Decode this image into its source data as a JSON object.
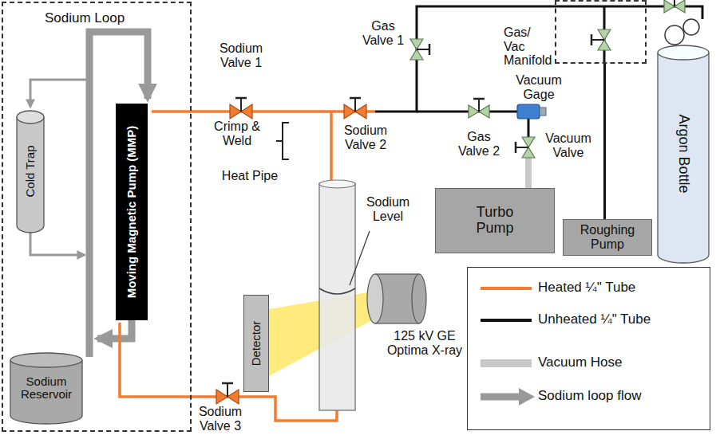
{
  "diagram": {
    "nodes": [
      {
        "text": [
          "Sodium Loop"
        ]
      },
      {
        "text": [
          "Cold Trap"
        ],
        "in": 0
      },
      {
        "text": [
          "Moving Magnetic Pump (MMP)"
        ],
        "in": 0
      },
      {
        "text": [
          "Sodium Reservoir"
        ],
        "in": 0
      },
      {
        "text": [
          "Detector"
        ]
      },
      {
        "text": [
          "Turbo Pump"
        ]
      },
      {
        "text": [
          "Roughing Pump"
        ]
      },
      {
        "text": [
          "Gas/ Vac Manifold"
        ]
      },
      {
        "text": [
          "Argon Bottle"
        ]
      }
    ],
    "edges": [
      {
        "from": 7,
        "to": 6,
        "arrow": "none"
      }
    ],
    "labels": [
      "Sodium Valve 1",
      "Sodium Valve 2",
      "Sodium Valve 3",
      "Crimp & Weld",
      "Heat Pipe",
      "Sodium Level",
      "125 kV GE Optima X-ray",
      "Gas Valve 1",
      "Gas Valve 2",
      "Vacuum Gage",
      "Vacuum Valve"
    ],
    "legend": [
      {
        "text": "Heated ¼\" Tube"
      },
      {
        "text": "Unheated ¼\" Tube"
      },
      {
        "text": "Vacuum Hose"
      },
      {
        "text": "Sodium loop flow"
      }
    ]
  }
}
